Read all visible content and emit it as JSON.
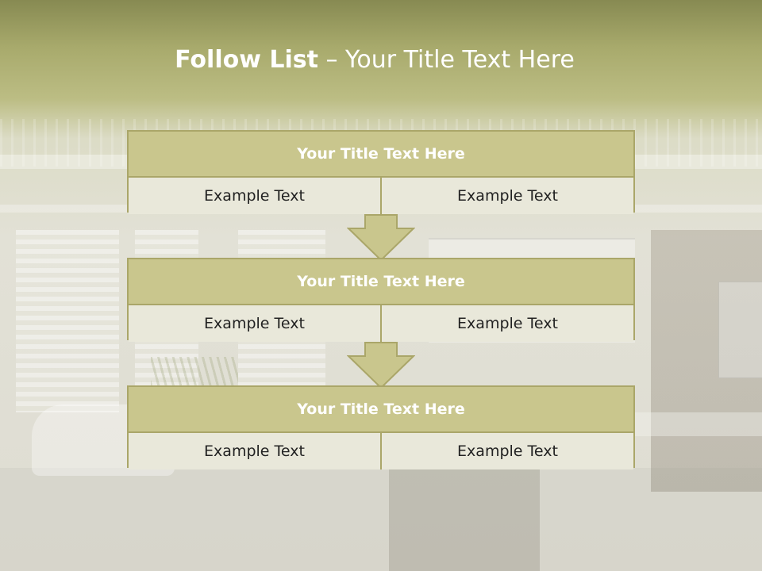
{
  "slide": {
    "title_bold": "Follow List",
    "title_rest": " – Your Title Text Here"
  },
  "steps": [
    {
      "title": "Your Title Text Here",
      "left": "Example Text",
      "right": "Example Text"
    },
    {
      "title": "Your Title Text Here",
      "left": "Example Text",
      "right": "Example Text"
    },
    {
      "title": "Your Title Text Here",
      "left": "Example Text",
      "right": "Example Text"
    }
  ],
  "colors": {
    "header_fill": "#c9c68d",
    "border": "#aaa669",
    "cell_fill": "#e9e8da",
    "arrow_fill": "#c9c68d",
    "title_text": "#ffffff"
  },
  "icons": {
    "connector": "down-arrow-icon"
  }
}
